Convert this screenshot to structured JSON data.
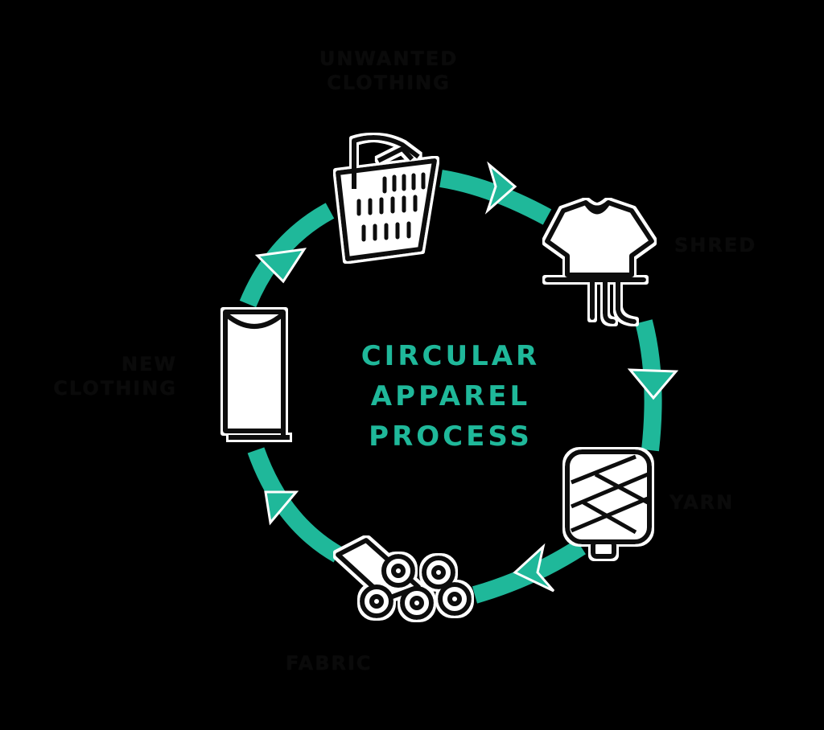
{
  "diagram": {
    "title_lines": [
      "CIRCULAR",
      "APPAREL",
      "PROCESS"
    ],
    "colors": {
      "background": "#000000",
      "accent": "#1fb89a",
      "icon_fill": "#ffffff",
      "icon_stroke": "#111111",
      "label_text": "#0a0a0a"
    },
    "stages": [
      {
        "id": "unwanted-clothing",
        "label_lines": [
          "UNWANTED",
          "CLOTHING"
        ],
        "icon": "laundry-basket-icon"
      },
      {
        "id": "shred",
        "label_lines": [
          "SHRED"
        ],
        "icon": "shredded-shirt-icon"
      },
      {
        "id": "yarn",
        "label_lines": [
          "YARN"
        ],
        "icon": "yarn-skein-icon"
      },
      {
        "id": "fabric",
        "label_lines": [
          "FABRIC"
        ],
        "icon": "fabric-rolls-icon"
      },
      {
        "id": "new-clothing",
        "label_lines": [
          "NEW",
          "CLOTHING"
        ],
        "icon": "folded-tshirt-icon"
      }
    ],
    "flow": [
      {
        "from": "unwanted-clothing",
        "to": "shred"
      },
      {
        "from": "shred",
        "to": "yarn"
      },
      {
        "from": "yarn",
        "to": "fabric"
      },
      {
        "from": "fabric",
        "to": "new-clothing"
      },
      {
        "from": "new-clothing",
        "to": "unwanted-clothing"
      }
    ]
  }
}
